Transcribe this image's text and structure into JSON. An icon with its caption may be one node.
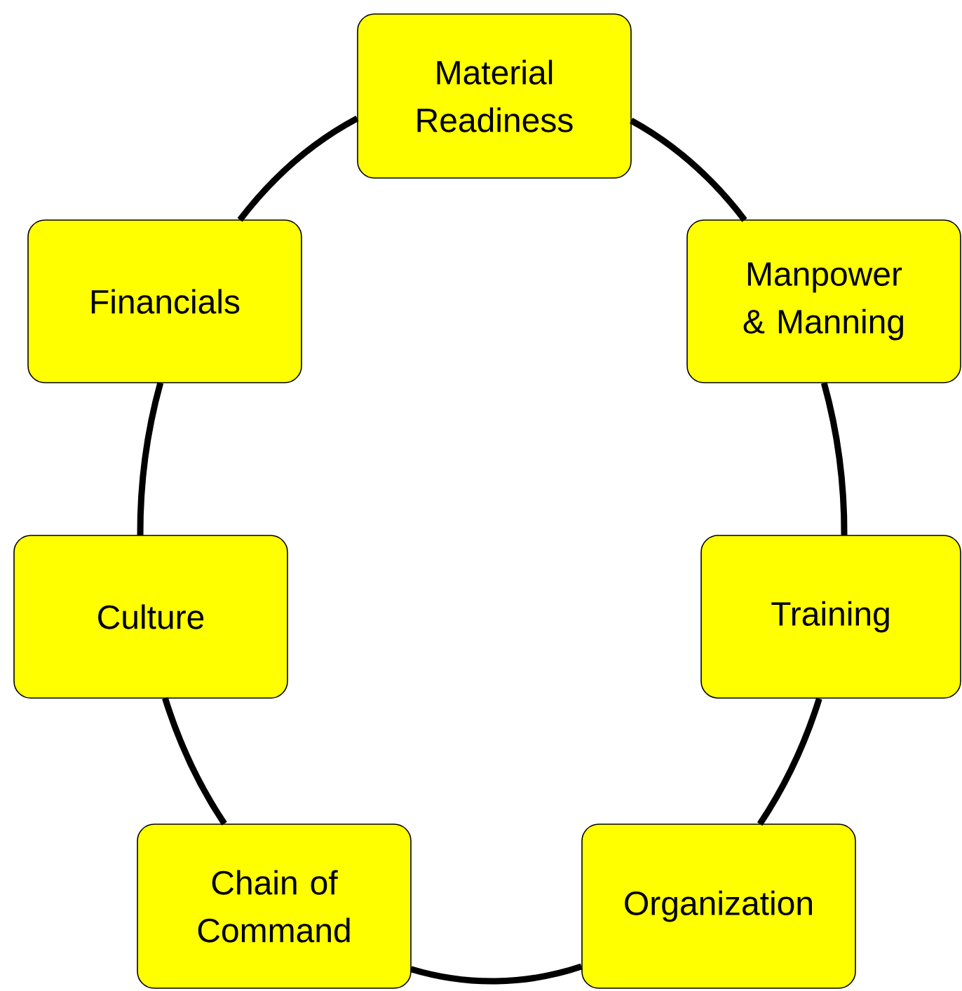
{
  "diagram": {
    "nodes": [
      {
        "text": [
          "Material Readiness"
        ]
      },
      {
        "text": [
          "Financials"
        ]
      },
      {
        "text": [
          "Manpower & Manning"
        ]
      },
      {
        "text": [
          "Culture"
        ]
      },
      {
        "text": [
          "Training"
        ]
      },
      {
        "text": [
          "Chain of Command"
        ]
      },
      {
        "text": [
          "Organization"
        ]
      }
    ],
    "edges": [
      {
        "from": 0,
        "to": 2,
        "arrow": "none"
      },
      {
        "from": 2,
        "to": 4,
        "arrow": "none"
      },
      {
        "from": 4,
        "to": 6,
        "arrow": "none"
      },
      {
        "from": 6,
        "to": 5,
        "arrow": "none"
      },
      {
        "from": 5,
        "to": 3,
        "arrow": "none"
      },
      {
        "from": 3,
        "to": 1,
        "arrow": "none"
      },
      {
        "from": 1,
        "to": 0,
        "arrow": "none"
      }
    ]
  }
}
